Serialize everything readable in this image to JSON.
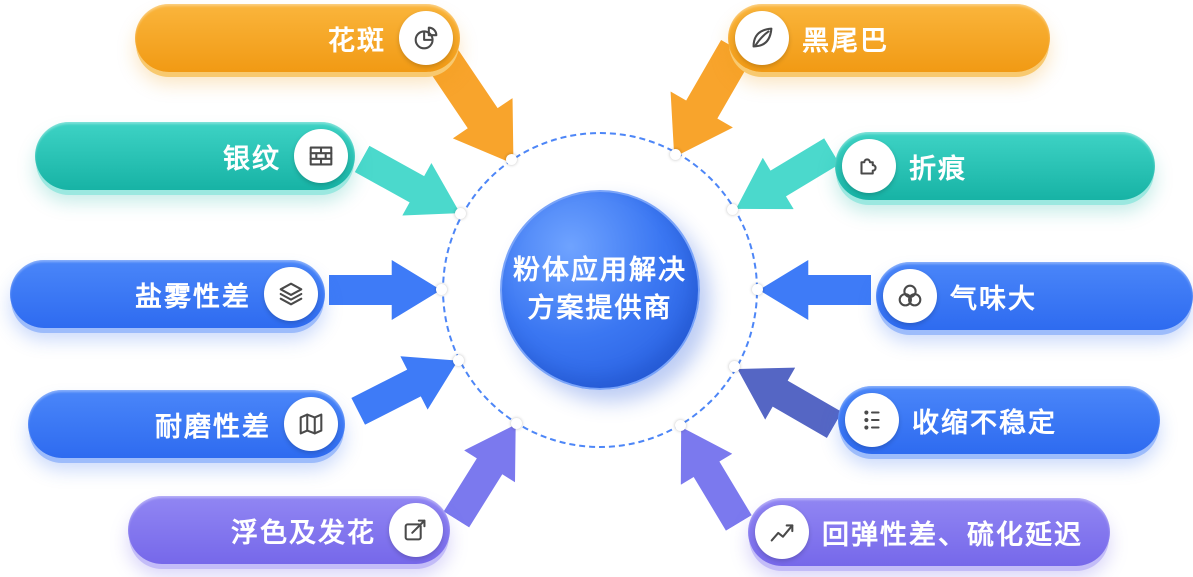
{
  "center": {
    "title_line1": "粉体应用解决",
    "title_line2": "方案提供商"
  },
  "nodes": [
    {
      "label": "花斑",
      "icon": "pie-chart-icon",
      "color": "#F5A623"
    },
    {
      "label": "黑尾巴",
      "icon": "leaf-icon",
      "color": "#F5A623"
    },
    {
      "label": "银纹",
      "icon": "bricks-icon",
      "color": "#1FB9AC"
    },
    {
      "label": "折痕",
      "icon": "puzzle-icon",
      "color": "#1FB9AC"
    },
    {
      "label": "盐雾性差",
      "icon": "layers-icon",
      "color": "#3D7BF7"
    },
    {
      "label": "气味大",
      "icon": "bubbles-icon",
      "color": "#3D7BF7"
    },
    {
      "label": "耐磨性差",
      "icon": "map-icon",
      "color": "#3D7BF7"
    },
    {
      "label": "收缩不稳定",
      "icon": "dots-list-icon",
      "color": "#3D7BF7"
    },
    {
      "label": "浮色及发花",
      "icon": "edit-arrow-icon",
      "color": "#8177EF"
    },
    {
      "label": "回弹性差、硫化延迟",
      "icon": "trend-chart-icon",
      "color": "#8177EF"
    }
  ],
  "colors": {
    "orange": "#F5A623",
    "teal": "#1FB9AC",
    "blue": "#3D7BF7",
    "slate_blue": "#5566C4",
    "purple": "#8177EF",
    "center_blue": "#2E6BF0",
    "ring_dash_blue": "#4D86F7",
    "icon_glyph": "#4A4A4A",
    "connector_dot": "#FFFFFF",
    "text": "#FFFFFF"
  }
}
